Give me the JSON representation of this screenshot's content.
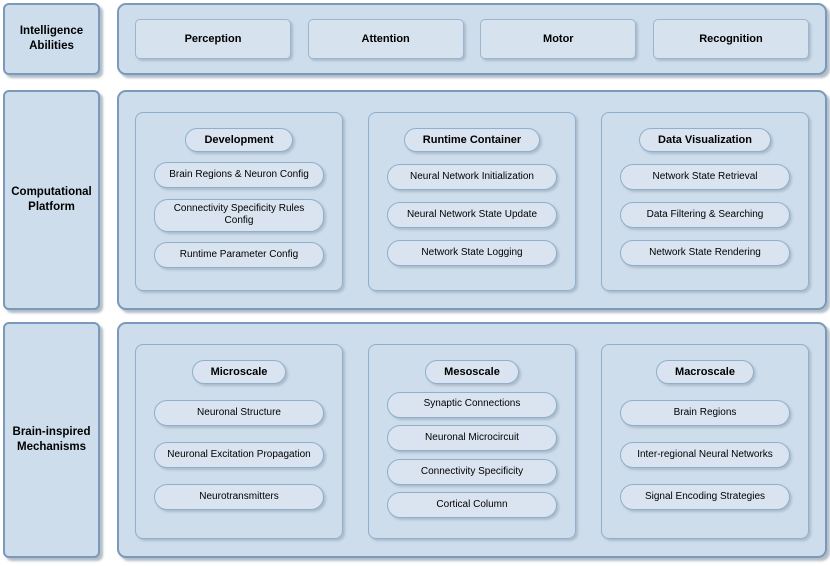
{
  "diagram": {
    "colors": {
      "container_fill": "#cdddeb",
      "container_border": "#7b99ba",
      "group_border": "#8fafcd",
      "pill_fill": "#d9e4f0",
      "pill_border": "#8fafcd",
      "box_fill": "#d6e2ee",
      "box_border": "#9cb6d0",
      "text": "#000000"
    },
    "rows": [
      {
        "label": "Intelligence Abilities",
        "boxes": [
          "Perception",
          "Attention",
          "Motor",
          "Recognition"
        ]
      },
      {
        "label": "Computational Platform",
        "groups": [
          {
            "title": "Development",
            "items": [
              "Brain Regions & Neuron Config",
              "Connectivity Specificity Rules Config",
              "Runtime Parameter Config"
            ]
          },
          {
            "title": "Runtime Container",
            "items": [
              "Neural Network Initialization",
              "Neural Network State Update",
              "Network State Logging"
            ]
          },
          {
            "title": "Data Visualization",
            "items": [
              "Network State Retrieval",
              "Data Filtering & Searching",
              "Network State Rendering"
            ]
          }
        ]
      },
      {
        "label": "Brain-inspired Mechanisms",
        "groups": [
          {
            "title": "Microscale",
            "items": [
              "Neuronal Structure",
              "Neuronal Excitation Propagation",
              "Neurotransmitters"
            ]
          },
          {
            "title": "Mesoscale",
            "items": [
              "Synaptic Connections",
              "Neuronal Microcircuit",
              "Connectivity Specificity",
              "Cortical Column"
            ]
          },
          {
            "title": "Macroscale",
            "items": [
              "Brain Regions",
              "Inter-regional Neural Networks",
              "Signal Encoding Strategies"
            ]
          }
        ]
      }
    ]
  }
}
